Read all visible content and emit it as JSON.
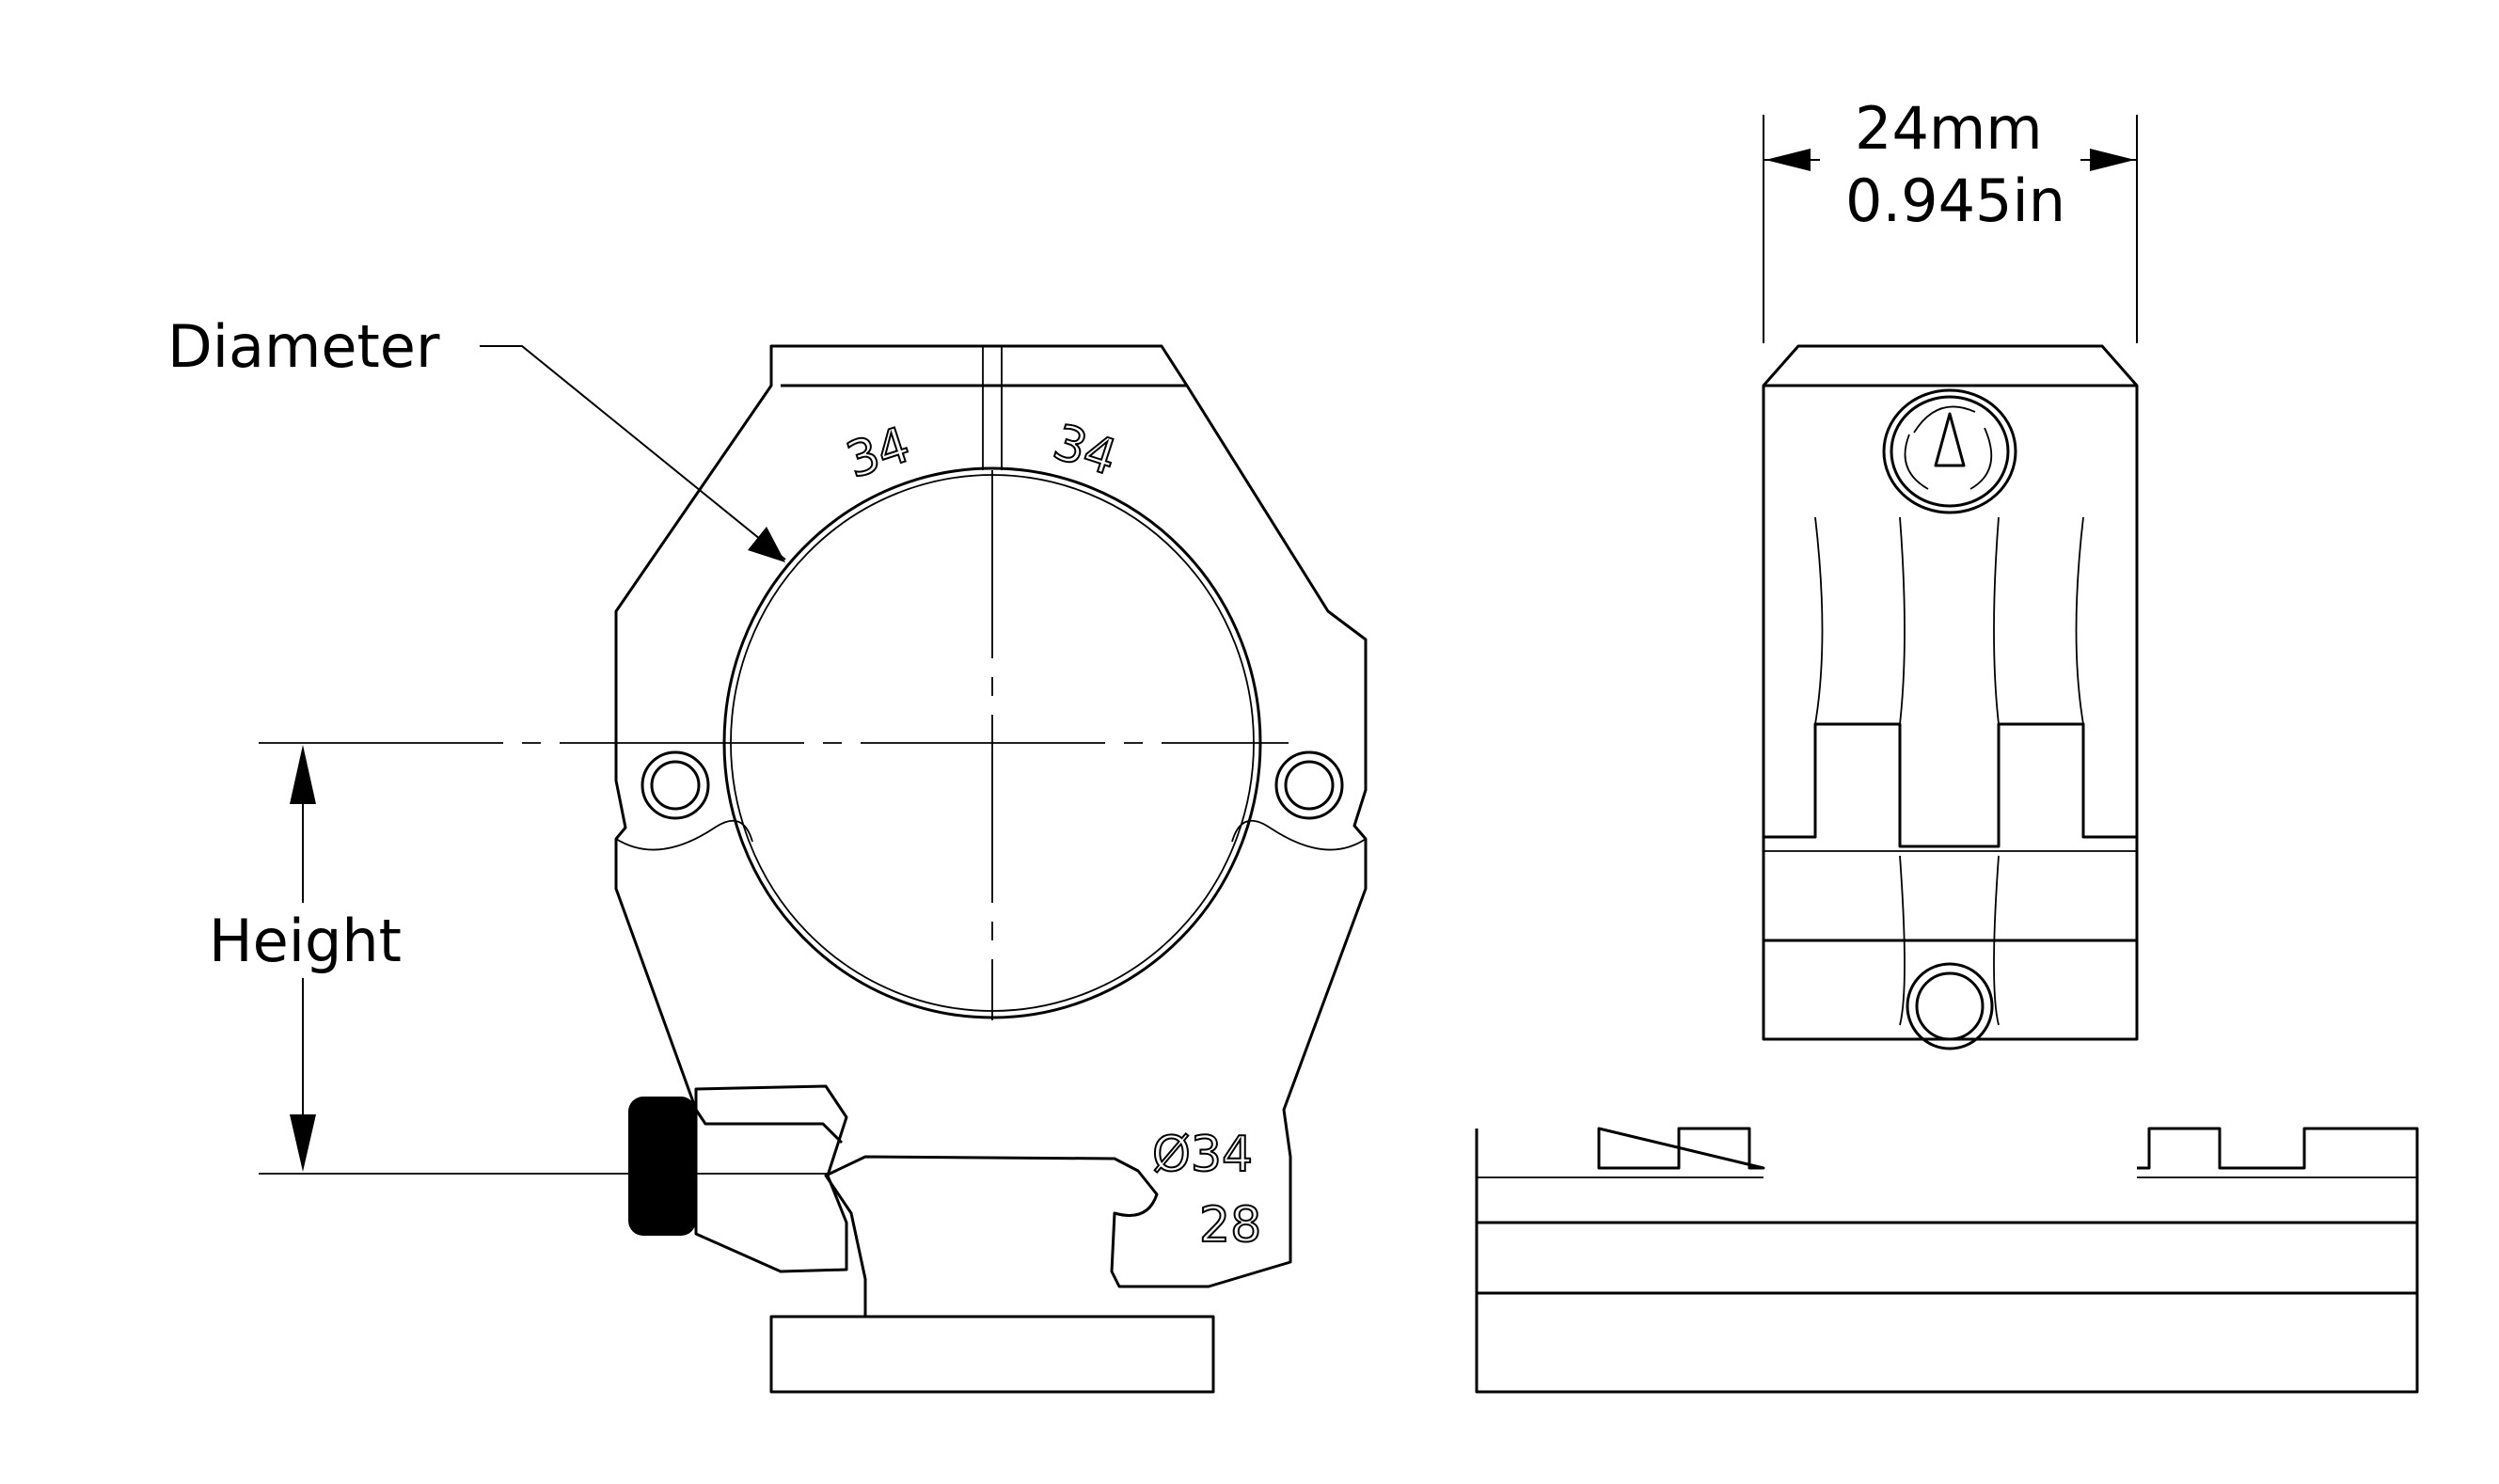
{
  "diagram": {
    "title": "Scope ring mount technical drawing",
    "views": [
      "front-view",
      "side-view"
    ],
    "labels": {
      "diameter": "Diameter",
      "height": "Height"
    },
    "width_dimension": {
      "metric": "24mm",
      "imperial": "0.945in"
    },
    "engravings": {
      "top_left": "34",
      "top_right": "34",
      "diameter_mark": "Ø34",
      "height_mark": "28"
    },
    "colors": {
      "line": "#000000",
      "background": "#ffffff"
    }
  }
}
